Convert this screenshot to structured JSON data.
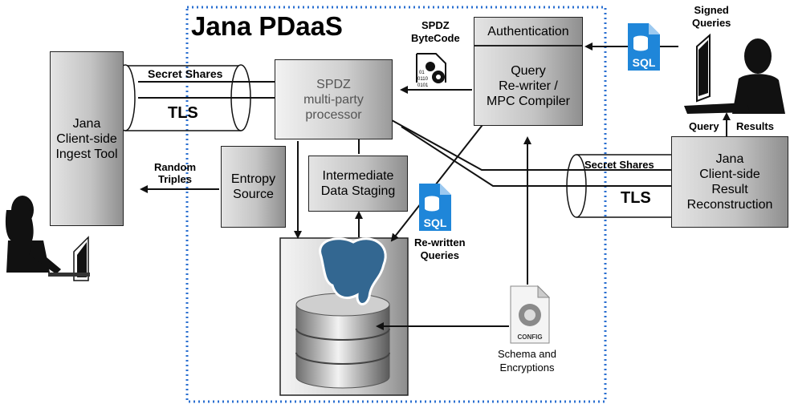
{
  "title": "Jana PDaaS",
  "boxes": {
    "ingest_tool": "Jana\nClient-side\nIngest Tool",
    "spdz": "SPDZ\nmulti-party\nprocessor",
    "authentication": "Authentication",
    "query_rewriter": "Query\nRe-writer /\nMPC Compiler",
    "entropy_source": "Entropy\nSource",
    "intermediate_staging": "Intermediate\nData Staging",
    "result_reconstruction": "Jana\nClient-side\nResult\nReconstruction"
  },
  "labels": {
    "secret_shares_left": "Secret Shares",
    "tls_left": "TLS",
    "secret_shares_right": "Secret Shares",
    "tls_right": "TLS",
    "random_triples": "Random\nTriples",
    "spdz_bytecode": "SPDZ\nByteCode",
    "signed_queries": "Signed\nQueries",
    "query": "Query",
    "results": "Results",
    "rewritten_queries": "Re-written\nQueries",
    "schema_encryptions": "Schema and\nEncryptions",
    "sql_icon_text": "SQL",
    "config_icon_text": "CONFIG",
    "bytecode_bits_1": "01",
    "bytecode_bits_2": "0110",
    "bytecode_bits_3": "0101"
  },
  "colors": {
    "boundary": "#2a6fd0",
    "sql_blue": "#1f86d9",
    "box_border": "#222222"
  },
  "icons": [
    "sql-file-icon",
    "config-file-icon",
    "bytecode-gears-icon",
    "database-icon",
    "postgres-elephant-icon",
    "user-silhouette-icon"
  ]
}
